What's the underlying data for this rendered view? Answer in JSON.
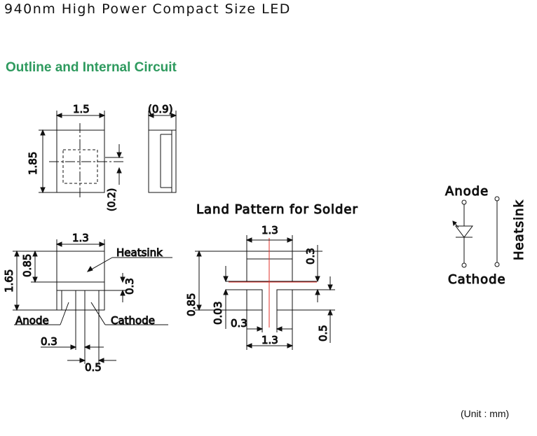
{
  "header": {
    "title": "940nm High Power Compact Size LED",
    "section_title": "Outline and Internal Circuit"
  },
  "top_view": {
    "width": "1.5",
    "height": "1.85",
    "offset": "(0.2)"
  },
  "side_view": {
    "thickness": "(0.9)"
  },
  "bottom_view": {
    "width": "1.3",
    "total_height": "1.65",
    "pad_height": "0.85",
    "gap": "0.3",
    "heatsink_label": "Heatsink",
    "anode_label": "Anode",
    "cathode_label": "Cathode",
    "lead_gap": "0.3",
    "lead_width": "0.5"
  },
  "land_pattern": {
    "title": "Land Pattern for Solder",
    "top_width": "1.3",
    "right_gap": "0.3",
    "left_height": "0.85",
    "left_small": "0.03",
    "bottom_gap": "0.3",
    "bottom_width": "1.3",
    "right_lead": "0.5"
  },
  "circuit": {
    "anode": "Anode",
    "cathode": "Cathode",
    "heatsink": "Heatsink"
  },
  "footer": {
    "unit": "(Unit : mm)"
  },
  "colors": {
    "accent": "#2e9a5e",
    "land_center": "#e0302a"
  }
}
